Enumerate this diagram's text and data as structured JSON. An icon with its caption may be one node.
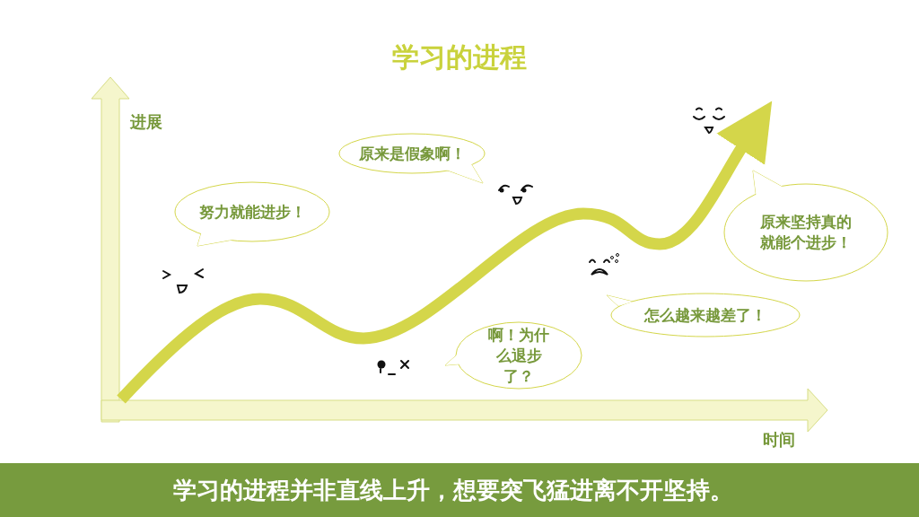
{
  "diagram": {
    "title": "学习的进程",
    "caption": "学习的进程并非直线上升，想要突飞猛进离不开坚持。",
    "nodes": [
      {
        "text": [
          "努力就能进步！"
        ]
      },
      {
        "text": [
          "原来是假象啊！"
        ]
      },
      {
        "text": [
          "啊！为什么退步了？"
        ]
      },
      {
        "text": [
          "怎么越来越差了！"
        ]
      },
      {
        "text": [
          "原来坚持真的就能个进步！"
        ]
      }
    ],
    "labels": [
      "进展",
      "时间"
    ]
  }
}
